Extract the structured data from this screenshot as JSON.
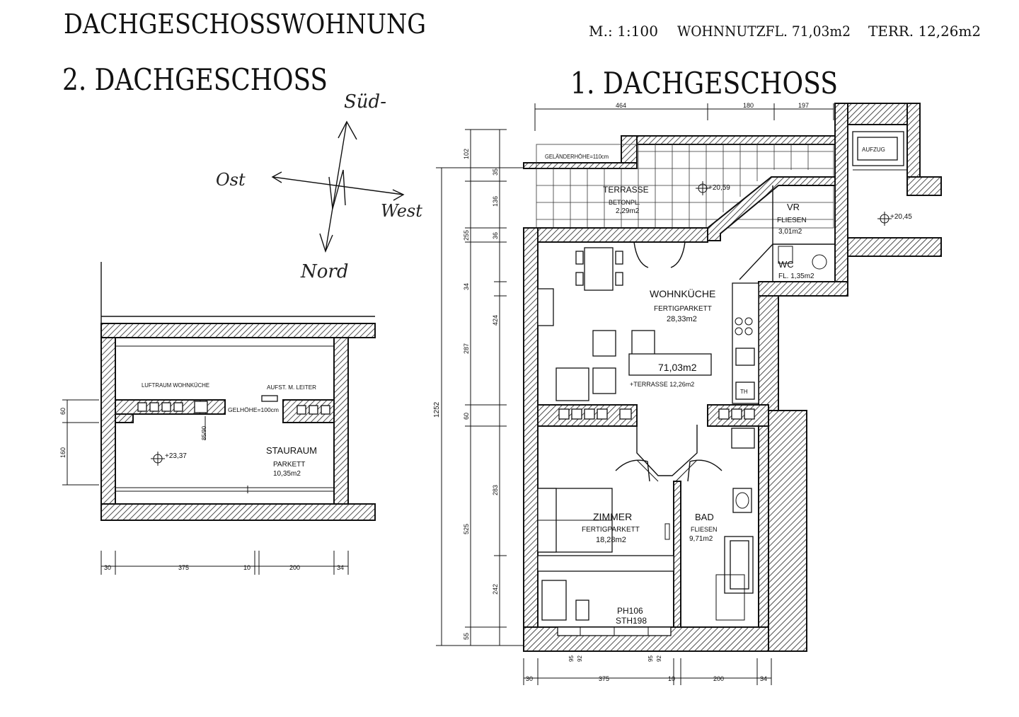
{
  "header": {
    "main_title": "DACHGESCHOSSWOHNUNG",
    "scale": "M.: 1:100",
    "living_area": "WOHNNUTZFL. 71,03m2",
    "terrace_area": "TERR. 12,26m2",
    "floor2_title": "2. DACHGESCHOSS",
    "floor1_title": "1. DACHGESCHOSS"
  },
  "compass": {
    "south": "Süd-",
    "east": "Ost",
    "west": "West",
    "north": "Nord"
  },
  "floor2": {
    "void_label": "LUFTRAUM WOHNKÜCHE",
    "ladder_label": "AUFST. M. LEITER",
    "rail_label": "GELHÖHE=100cm",
    "room_name": "STAURAUM",
    "room_floor": "PARKETT",
    "room_area": "10,35m2",
    "level": "+23,37",
    "dim_bottom": [
      "30",
      "375",
      "10",
      "200",
      "34"
    ],
    "dim_left": [
      "60",
      "160"
    ],
    "dim_small": "85/90"
  },
  "floor1": {
    "rail_label": "GELÄNDERHÖHE=110cm",
    "terrace": {
      "name": "TERRASSE",
      "floor": "BETONPL.",
      "area": "2,29m2",
      "level": "+20,59"
    },
    "vr": {
      "name": "VR",
      "floor": "FLIESEN",
      "area": "3,01m2"
    },
    "wc": {
      "name": "WC",
      "floor_area": "FL. 1,35m2"
    },
    "lift": "AUFZUG",
    "lift_level": "+20,45",
    "kitchen": {
      "name": "WOHNKÜCHE",
      "floor": "FERTIGPARKETT",
      "area": "28,33m2"
    },
    "total": {
      "area": "71,03m2",
      "terrace": "+TERRASSE 12,26m2"
    },
    "room": {
      "name": "ZIMMER",
      "floor": "FERTIGPARKETT",
      "area": "18,28m2"
    },
    "bath": {
      "name": "BAD",
      "floor": "FLIESEN",
      "area": "9,71m2"
    },
    "ph_label": "PH106",
    "sth_label": "STH198",
    "th_label": "TH",
    "dim_top": [
      "464",
      "180",
      "197"
    ],
    "dim_left": [
      "102",
      "35",
      "136",
      "255",
      "36",
      "34",
      "424",
      "287",
      "60",
      "525",
      "283",
      "242",
      "55"
    ],
    "dim_total": "1252",
    "dim_bottom": [
      "30",
      "375",
      "10",
      "200",
      "34"
    ],
    "window_dims": [
      "95",
      "92",
      "95",
      "92"
    ]
  }
}
